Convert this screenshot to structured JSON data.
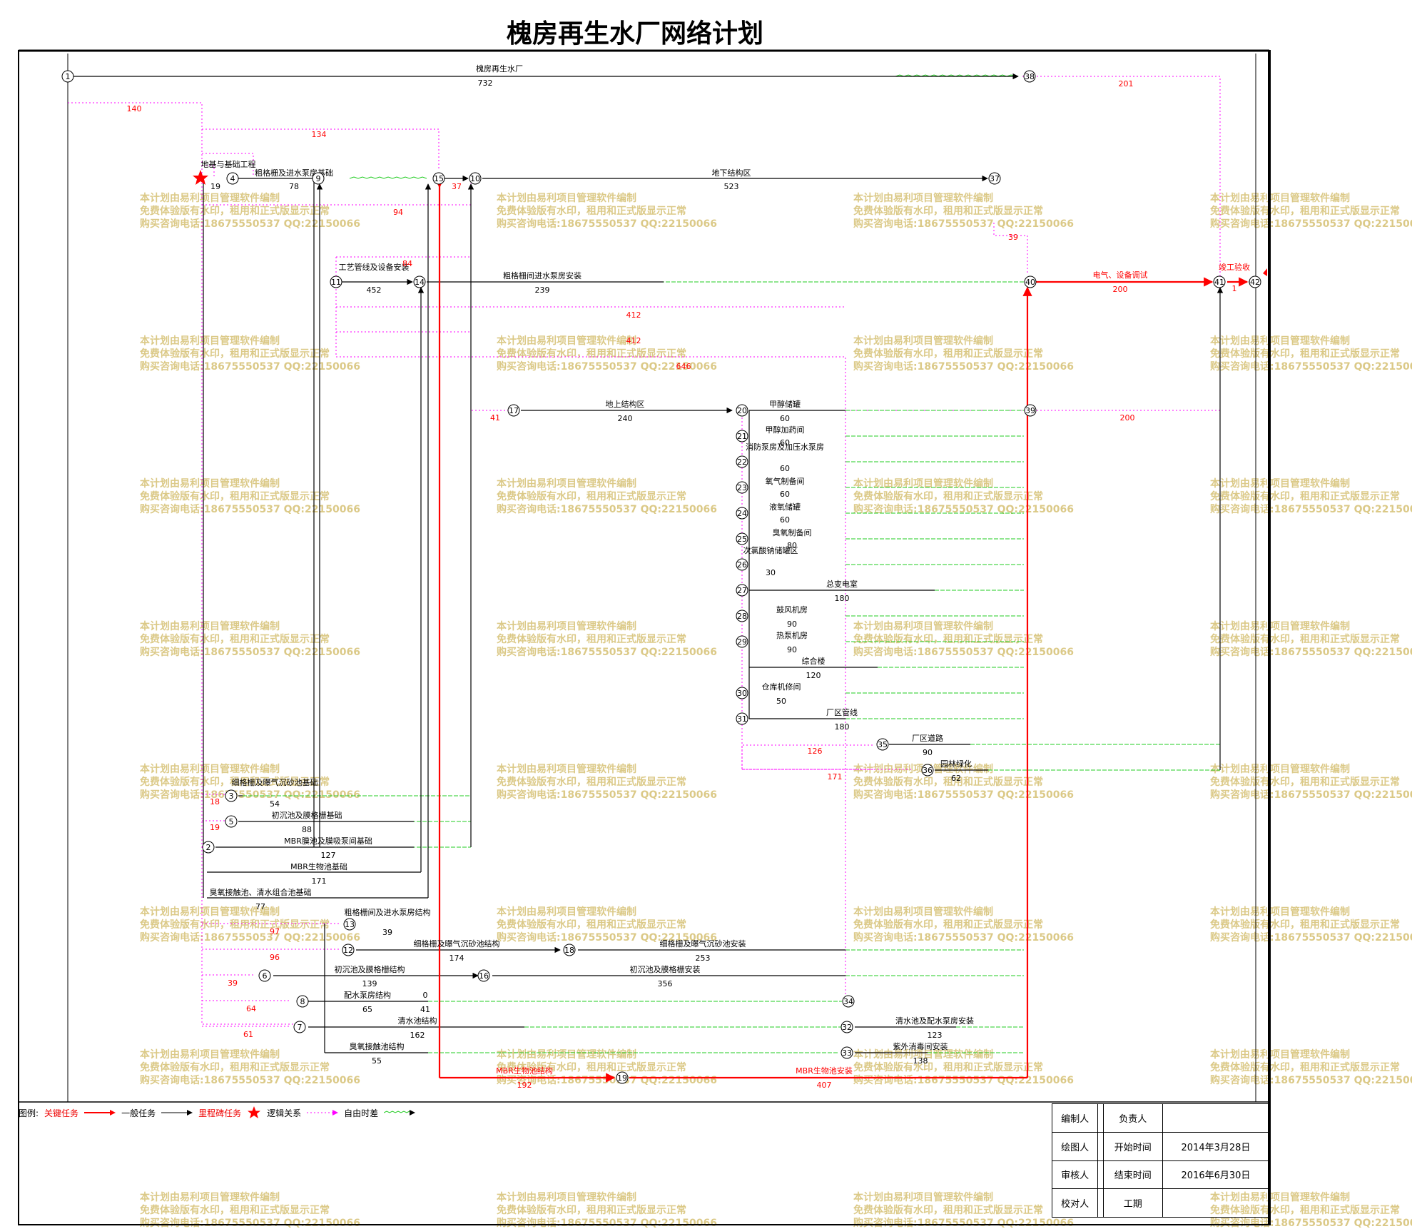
{
  "title": "槐房再生水厂网络计划",
  "watermark": {
    "line1": "本计划由易利项目管理软件编制",
    "line2": "免费体验版有水印，租用和正式版显示正常",
    "line3": "购买咨询电话:18675550537 QQ:22150066"
  },
  "legend": {
    "prefix": "图例:",
    "critical": "关键任务",
    "normal": "一般任务",
    "milestone": "里程碑任务",
    "logic": "逻辑关系",
    "free_float": "自由时差"
  },
  "info": {
    "compiler": "编制人",
    "drawer": "绘图人",
    "reviewer": "审核人",
    "checker": "校对人",
    "owner": "负责人",
    "start_label": "开始时间",
    "start_value": "2014年3月28日",
    "end_label": "结束时间",
    "end_value": "2016年6月30日",
    "period_label": "工期"
  },
  "colors": {
    "critical": "#ff0000",
    "normal": "#000000",
    "logic": "#ff00ff",
    "free_float": "#00cc00",
    "watermark": "#d0b860"
  },
  "nodes": [
    "1",
    "38",
    "4",
    "15",
    "10",
    "37",
    "11",
    "14",
    "40",
    "41",
    "42",
    "17",
    "20",
    "39",
    "21",
    "22",
    "23",
    "24",
    "25",
    "26",
    "27",
    "28",
    "29",
    "30",
    "31",
    "35",
    "36",
    "3",
    "5",
    "2",
    "13",
    "12",
    "18",
    "6",
    "16",
    "8",
    "34",
    "7",
    "32",
    "33",
    "19",
    "9"
  ],
  "tasks": [
    {
      "name": "槐房再生水厂",
      "dur": "732"
    },
    {
      "name": "地基与基础工程",
      "dur": "19"
    },
    {
      "name": "粗格栅及进水泵房基础",
      "dur": "78"
    },
    {
      "name": "地下结构区",
      "dur": "523"
    },
    {
      "name": "工艺管线及设备安装",
      "dur": "452"
    },
    {
      "name": "粗格栅间进水泵房安装",
      "dur": "239"
    },
    {
      "name": "电气、设备调试",
      "dur": "200"
    },
    {
      "name": "竣工验收",
      "dur": "1"
    },
    {
      "name": "地上结构区",
      "dur": "240"
    },
    {
      "name": "甲醇储罐",
      "dur": "60"
    },
    {
      "name": "甲醇加药间",
      "dur": "60"
    },
    {
      "name": "消防泵房及加压水泵房",
      "dur": "60"
    },
    {
      "name": "氧气制备间",
      "dur": "60"
    },
    {
      "name": "液氧储罐",
      "dur": "60"
    },
    {
      "name": "臭氧制备间",
      "dur": "80"
    },
    {
      "name": "次氯酸钠储罐区",
      "dur": "30"
    },
    {
      "name": "总变电室",
      "dur": "180"
    },
    {
      "name": "鼓风机房",
      "dur": "90"
    },
    {
      "name": "热泵机房",
      "dur": "90"
    },
    {
      "name": "综合楼",
      "dur": "120"
    },
    {
      "name": "仓库机修间",
      "dur": "50"
    },
    {
      "name": "厂区管线",
      "dur": "180"
    },
    {
      "name": "厂区道路",
      "dur": "90"
    },
    {
      "name": "园林绿化",
      "dur": "62"
    },
    {
      "name": "细格栅及曝气沉砂池基础",
      "dur": "54"
    },
    {
      "name": "初沉池及膜格栅基础",
      "dur": "88"
    },
    {
      "name": "MBR膜池及膜吸泵间基础",
      "dur": "127"
    },
    {
      "name": "MBR生物池基础",
      "dur": "171"
    },
    {
      "name": "臭氧接触池、清水组合池基础",
      "dur": "77"
    },
    {
      "name": "粗格栅间及进水泵房结构",
      "dur": "39"
    },
    {
      "name": "细格栅及曝气沉砂池结构",
      "dur": "174"
    },
    {
      "name": "细格栅及曝气沉砂池安装",
      "dur": "253"
    },
    {
      "name": "初沉池及膜格栅结构",
      "dur": "139"
    },
    {
      "name": "初沉池及膜格栅安装",
      "dur": "356"
    },
    {
      "name": "配水泵房结构",
      "dur": "65"
    },
    {
      "name": "清水池结构",
      "dur": "162"
    },
    {
      "name": "清水池及配水泵房安装",
      "dur": "123"
    },
    {
      "name": "臭氧接触池结构",
      "dur": "55"
    },
    {
      "name": "紫外消毒间安装",
      "dur": "138"
    },
    {
      "name": "MBR生物池结构",
      "dur": "192"
    },
    {
      "name": "MBR生物池安装",
      "dur": "407"
    }
  ],
  "float_labels": [
    "140",
    "201",
    "134",
    "37",
    "94",
    "39",
    "84",
    "412",
    "412",
    "646",
    "41",
    "200",
    "126",
    "171",
    "18",
    "19",
    "97",
    "96",
    "39",
    "64",
    "61",
    "0",
    "41"
  ]
}
